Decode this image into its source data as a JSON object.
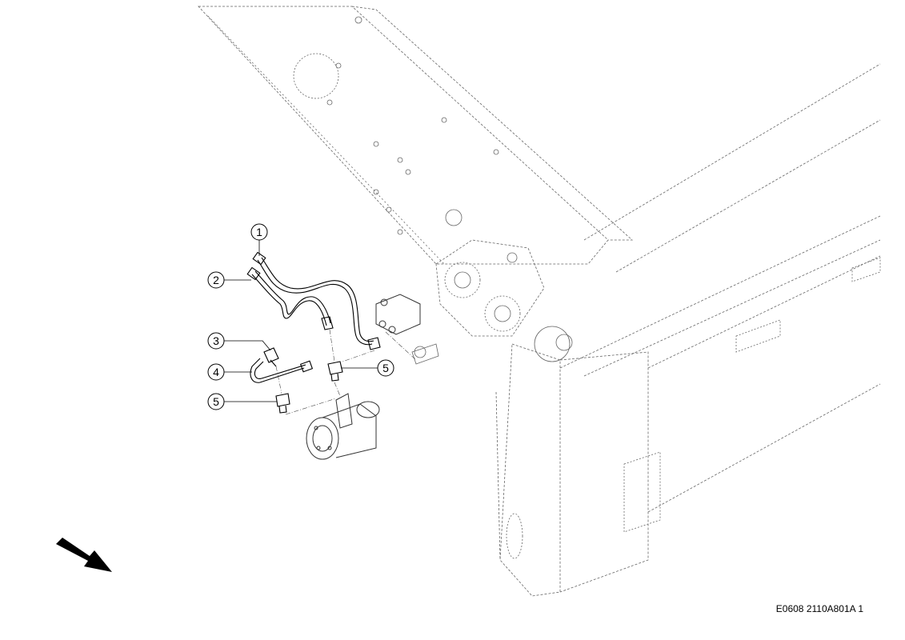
{
  "callouts": [
    {
      "label": "1"
    },
    {
      "label": "2"
    },
    {
      "label": "3"
    },
    {
      "label": "4"
    },
    {
      "label": "5"
    },
    {
      "label": "5"
    }
  ],
  "reference_code": "E0608 2110A801A 1",
  "icons": {
    "direction_arrow": "forward-direction-arrow-icon"
  },
  "colors": {
    "line": "#000000",
    "frame_line": "#555555",
    "background": "#ffffff"
  }
}
